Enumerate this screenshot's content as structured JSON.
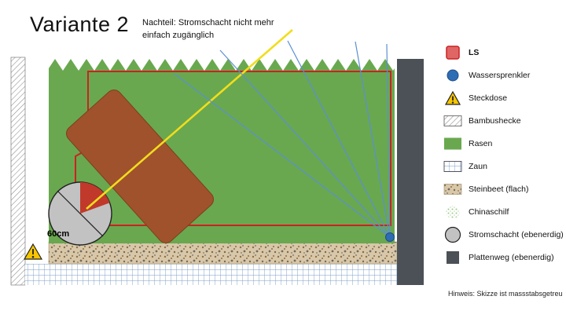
{
  "title": "Variante 2",
  "note": {
    "text": "Nachteil: Stromschacht nicht mehr\neinfach zugänglich"
  },
  "plan": {
    "shaft_label": "60cm"
  },
  "legend": {
    "items": [
      {
        "label": "LS"
      },
      {
        "label": "Wassersprenkler"
      },
      {
        "label": "Steckdose"
      },
      {
        "label": "Bambushecke"
      },
      {
        "label": "Rasen"
      },
      {
        "label": "Zaun"
      },
      {
        "label": "Steinbeet (flach)"
      },
      {
        "label": "Chinaschilf"
      },
      {
        "label": "Stromschacht (ebenerdig)"
      },
      {
        "label": "Plattenweg (ebenerdig)"
      }
    ]
  },
  "footer": {
    "hint": "Hinweis: Skizze ist massstabsgetreu"
  },
  "colors": {
    "rasen_green": "#69a84f",
    "ls_red": "#cc2222",
    "wasser_blue": "#2e6db4",
    "steckdose_yellow": "#f7c600",
    "plattenweg_gray": "#4b5157",
    "stromschacht_gray": "#c2c2c2",
    "beet_brown": "#a0522d",
    "kabel_yellow": "#f2dd1c",
    "steinbeet_tan": "#d8c7a8"
  }
}
